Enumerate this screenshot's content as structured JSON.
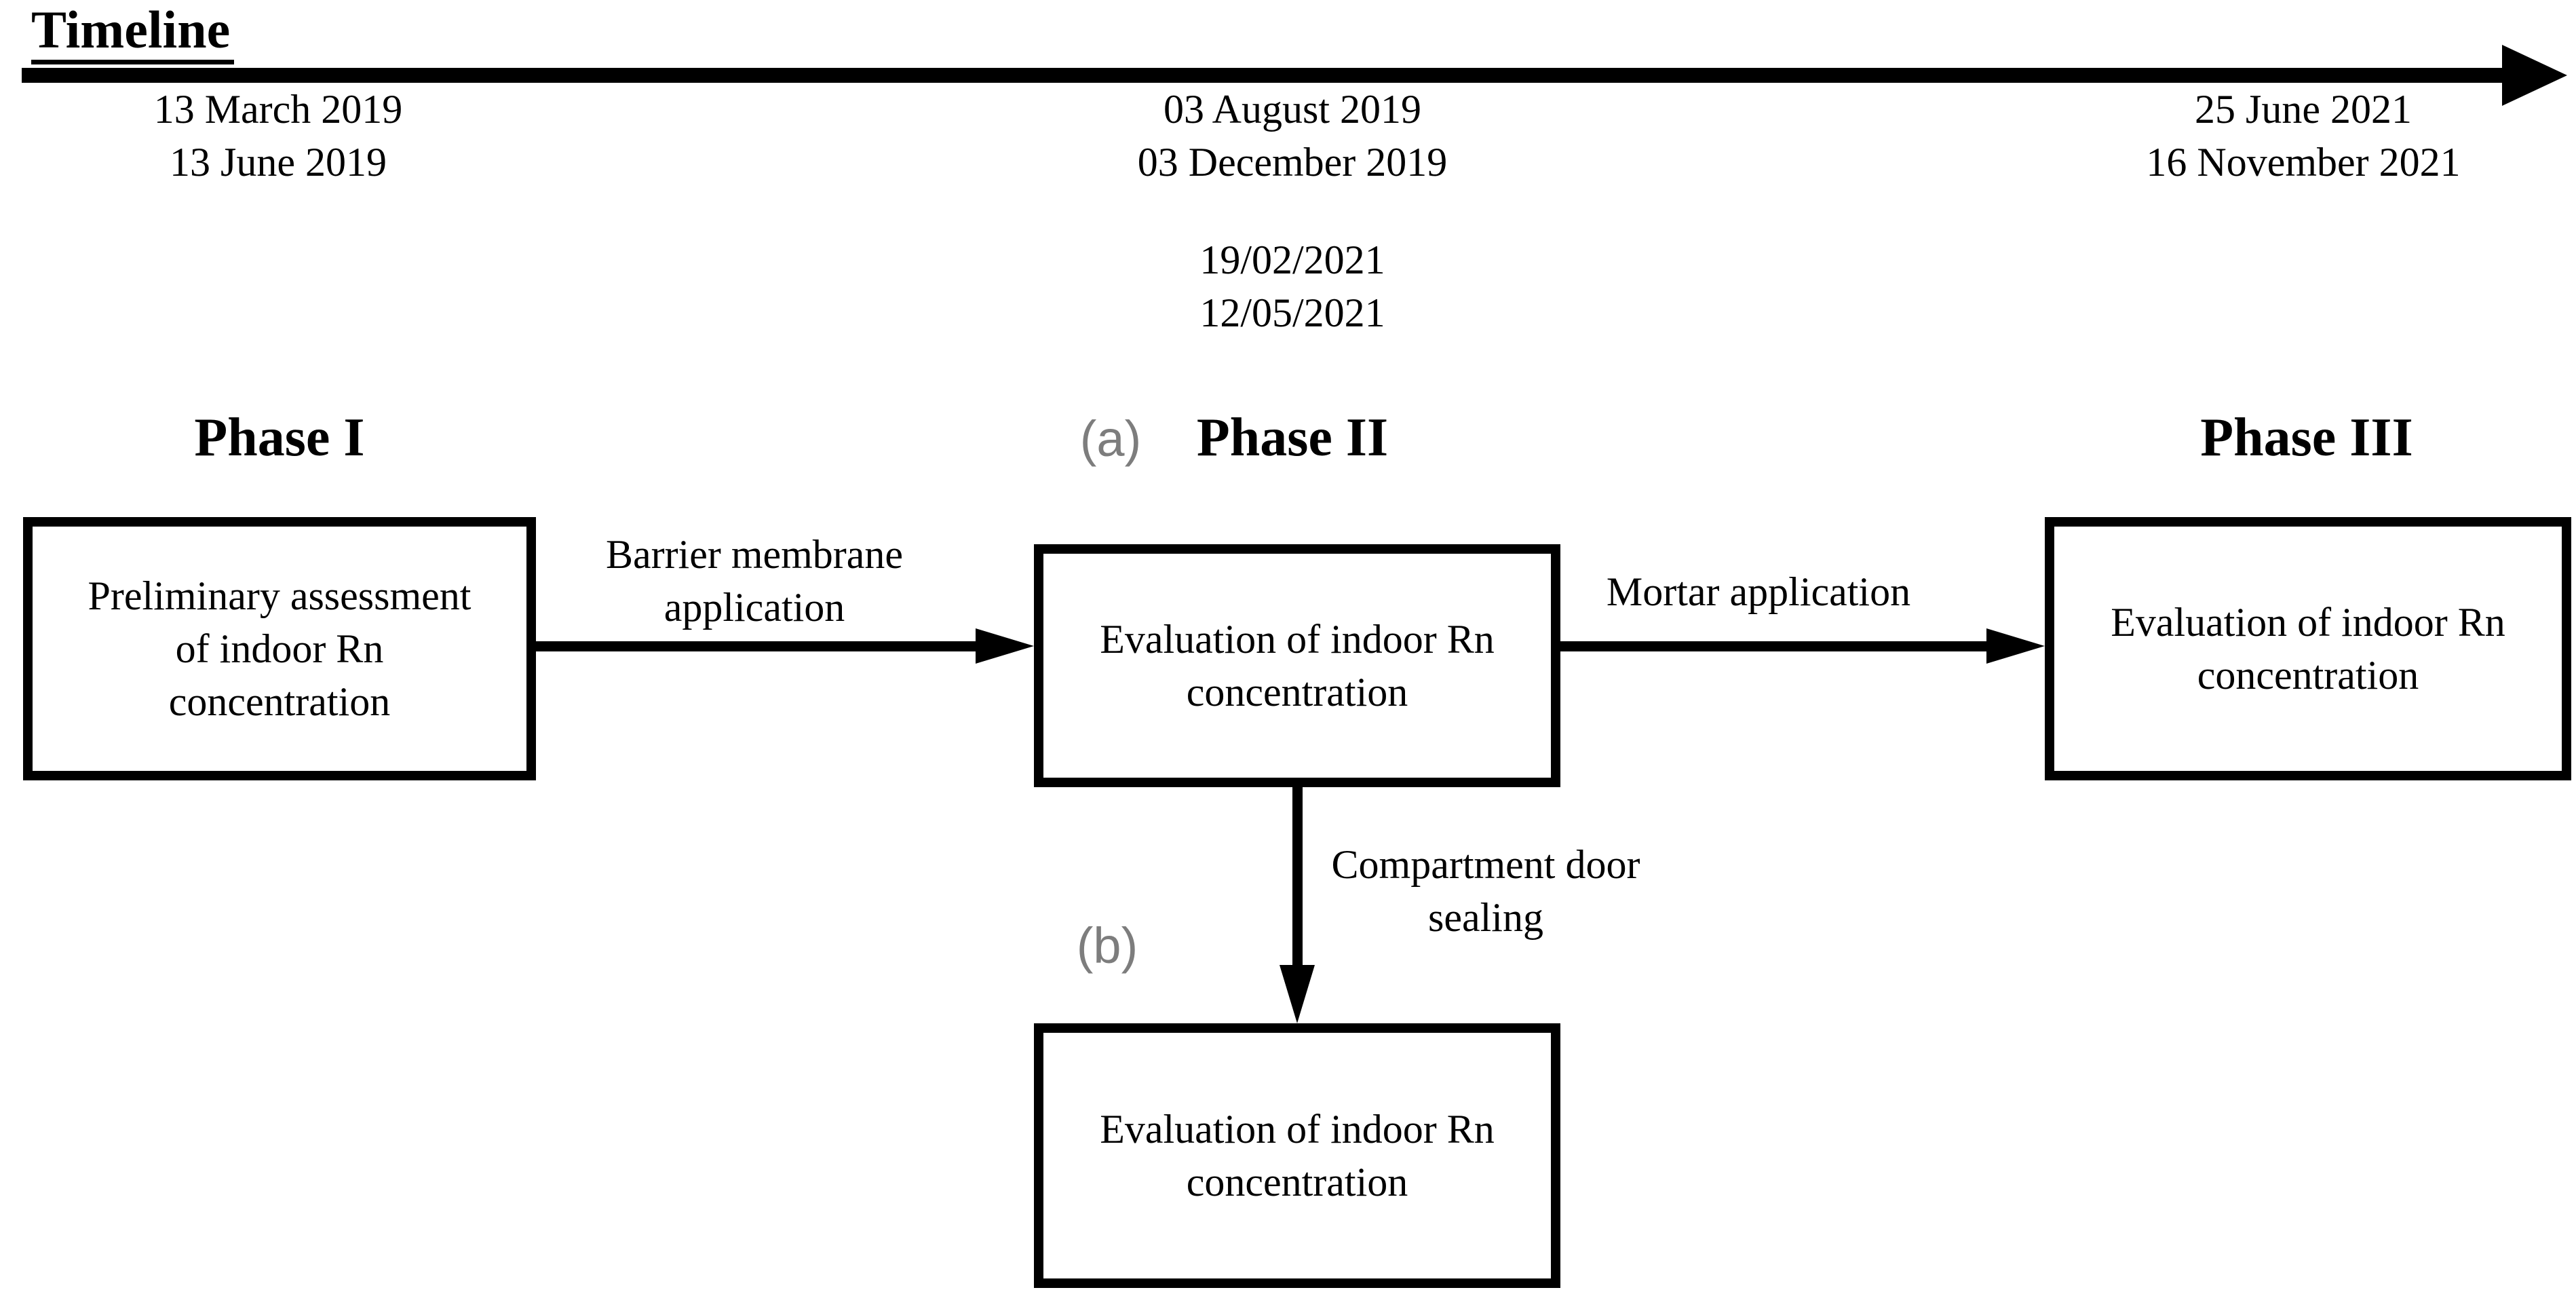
{
  "title": "Timeline",
  "colors": {
    "ink": "#000000",
    "background": "#ffffff",
    "sublabel_gray": "#7d7d7d"
  },
  "timeline": {
    "date_groups": [
      {
        "position": "left",
        "lines": [
          "13 March 2019",
          "13 June 2019"
        ]
      },
      {
        "position": "center",
        "lines": [
          "03 August 2019",
          "03 December 2019"
        ]
      },
      {
        "position": "center-lower",
        "lines": [
          "19/02/2021",
          "12/05/2021"
        ]
      },
      {
        "position": "right",
        "lines": [
          "25 June 2021",
          "16 November 2021"
        ]
      }
    ]
  },
  "phases": {
    "phase1": {
      "label": "Phase I",
      "box_text": "Preliminary assessment\nof indoor Rn\nconcentration"
    },
    "phase2": {
      "label": "Phase II",
      "sublabel": "(a)",
      "box_text": "Evaluation of indoor Rn\nconcentration"
    },
    "phase3": {
      "label": "Phase III",
      "box_text": "Evaluation of indoor Rn\nconcentration"
    },
    "phase2b": {
      "sublabel": "(b)",
      "box_text": "Evaluation of indoor Rn\nconcentration"
    }
  },
  "arrow_labels": {
    "barrier": "Barrier membrane\napplication",
    "mortar": "Mortar application",
    "sealing": "Compartment door\nsealing"
  }
}
